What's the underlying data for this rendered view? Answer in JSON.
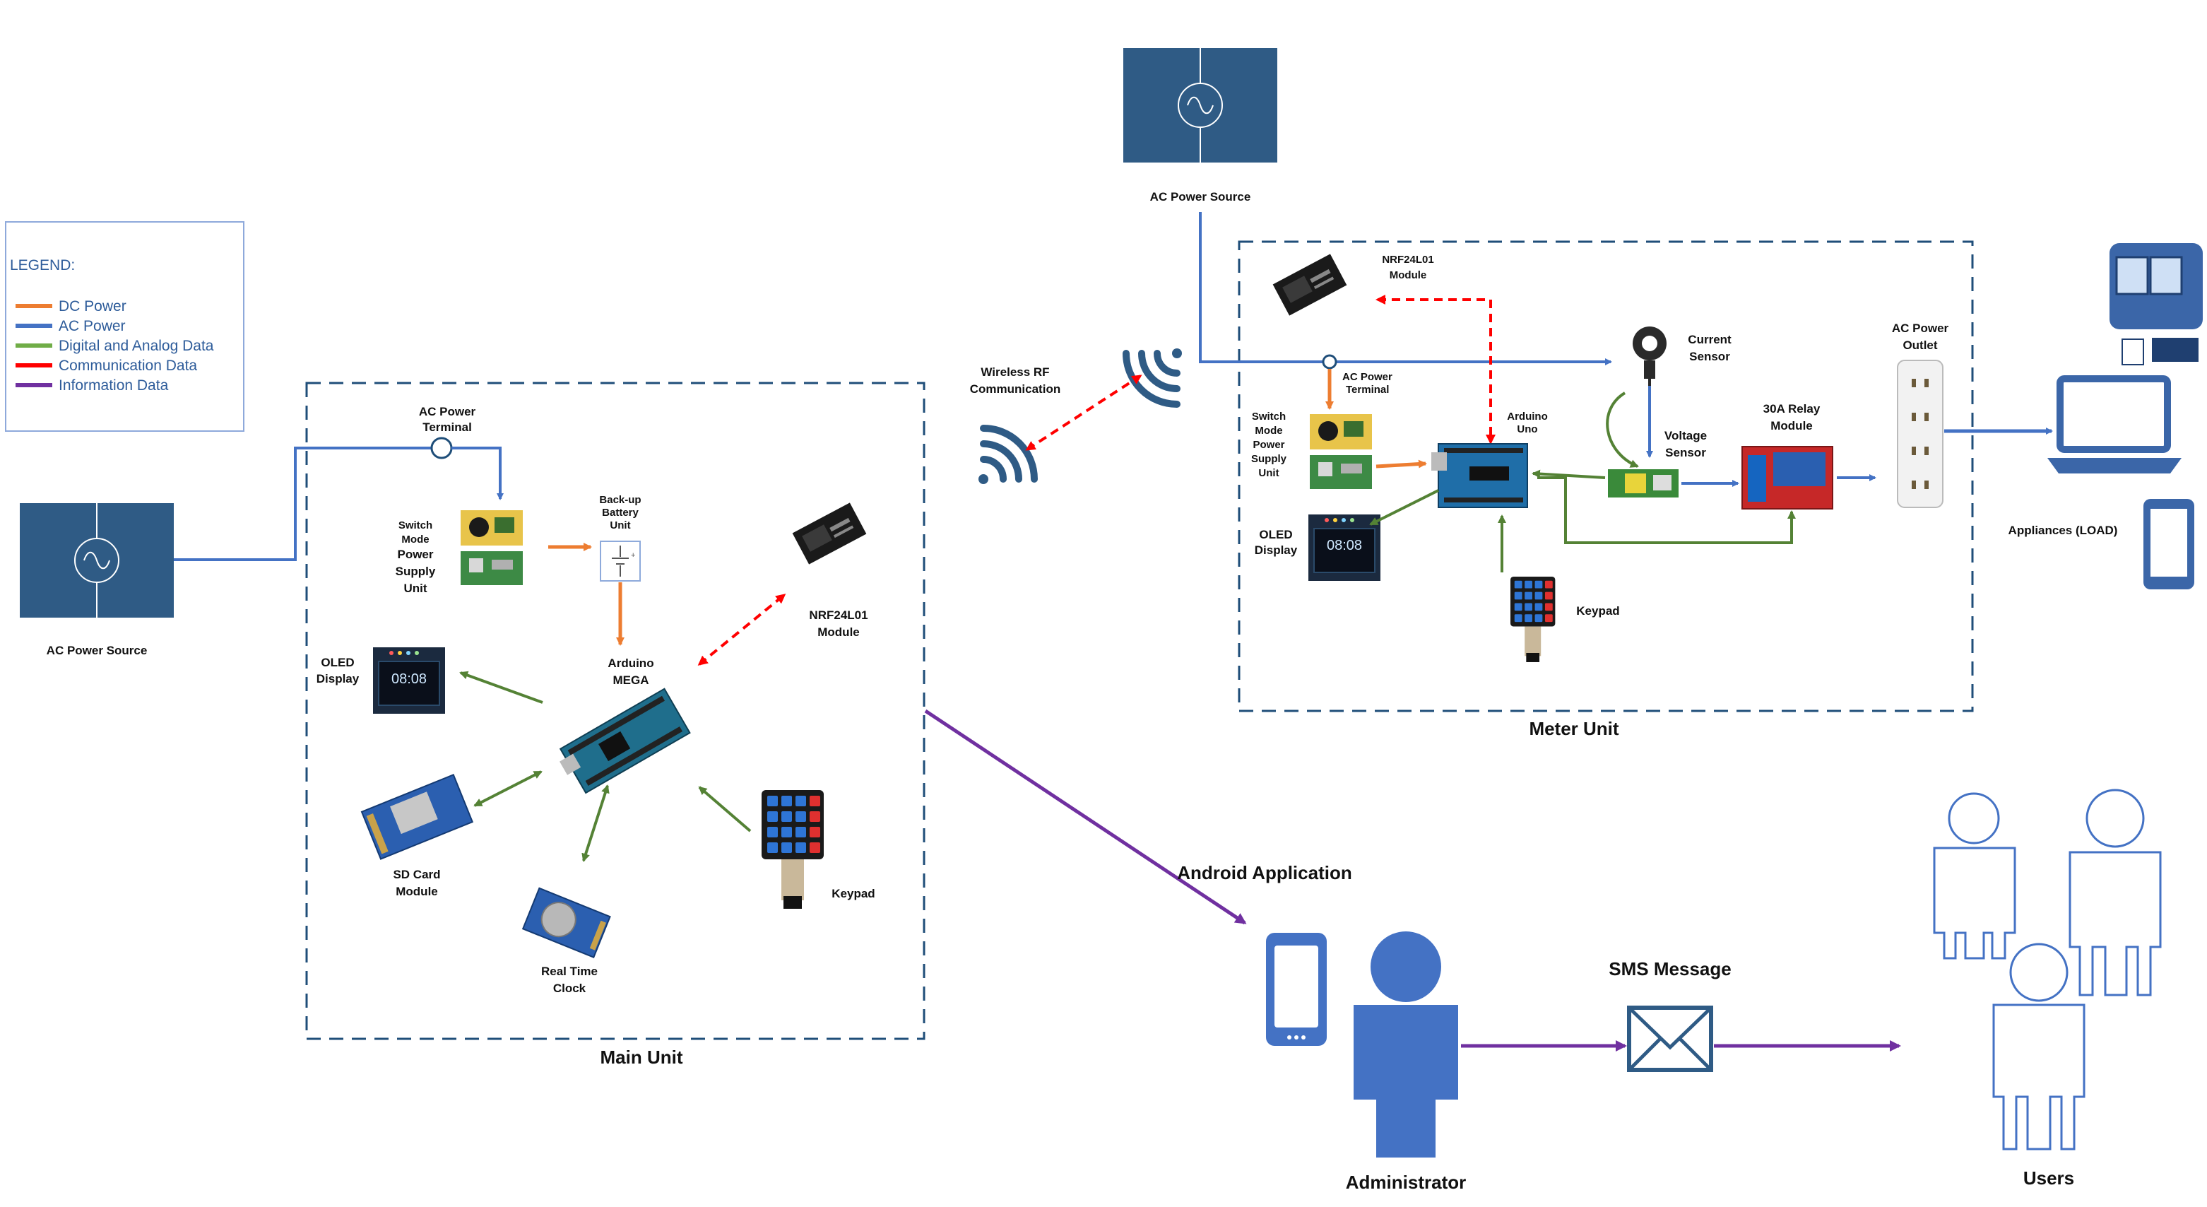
{
  "colors": {
    "dc": "#ed7d31",
    "ac": "#4472c4",
    "data": "#548235",
    "comm": "#ff0000",
    "info": "#7030a0",
    "source_box": "#2f5b85",
    "person": "#4472c4",
    "border": "#1f4e79"
  },
  "legend": {
    "title": "LEGEND:",
    "items": [
      {
        "label": "DC Power",
        "color": "#ed7d31"
      },
      {
        "label": "AC Power",
        "color": "#4472c4"
      },
      {
        "label": "Digital and Analog Data",
        "color": "#70ad47"
      },
      {
        "label": "Communication Data",
        "color": "#ff0000"
      },
      {
        "label": "Information Data",
        "color": "#7030a0"
      }
    ]
  },
  "main_unit": {
    "title": "Main Unit",
    "ac_source_label": "AC Power Source",
    "ac_terminal_label": [
      "AC Power",
      "Terminal"
    ],
    "smps_label": [
      "Switch",
      "Mode",
      "Power",
      "Supply",
      "Unit"
    ],
    "battery_label": [
      "Back-up",
      "Battery",
      "Unit"
    ],
    "mcu_label": [
      "Arduino",
      "MEGA"
    ],
    "nrf_label": [
      "NRF24L01",
      "Module"
    ],
    "oled_label": [
      "OLED",
      "Display"
    ],
    "sd_label": [
      "SD Card",
      "Module"
    ],
    "rtc_label": [
      "Real Time",
      "Clock"
    ],
    "keypad_label": "Keypad",
    "oled_time": "08:08"
  },
  "wireless": {
    "label": [
      "Wireless RF",
      "Communication"
    ]
  },
  "meter_unit": {
    "title": "Meter Unit",
    "ac_source_label": "AC Power Source",
    "nrf_label": [
      "NRF24L01",
      "Module"
    ],
    "ac_terminal_label": [
      "AC Power",
      "Terminal"
    ],
    "smps_label": [
      "Switch",
      "Mode",
      "Power",
      "Supply",
      "Unit"
    ],
    "mcu_label": [
      "Arduino",
      "Uno"
    ],
    "current_sensor_label": [
      "Current",
      "Sensor"
    ],
    "voltage_sensor_label": [
      "Voltage",
      "Sensor"
    ],
    "relay_label": [
      "30A Relay",
      "Module"
    ],
    "outlet_label": [
      "AC Power",
      "Outlet"
    ],
    "oled_label": [
      "OLED",
      "Display"
    ],
    "keypad_label": "Keypad",
    "oled_time": "08:08"
  },
  "load": {
    "label": "Appliances (LOAD)"
  },
  "bottom": {
    "android_label": "Android Application",
    "admin_label": "Administrator",
    "sms_label": "SMS Message",
    "users_label": "Users"
  }
}
